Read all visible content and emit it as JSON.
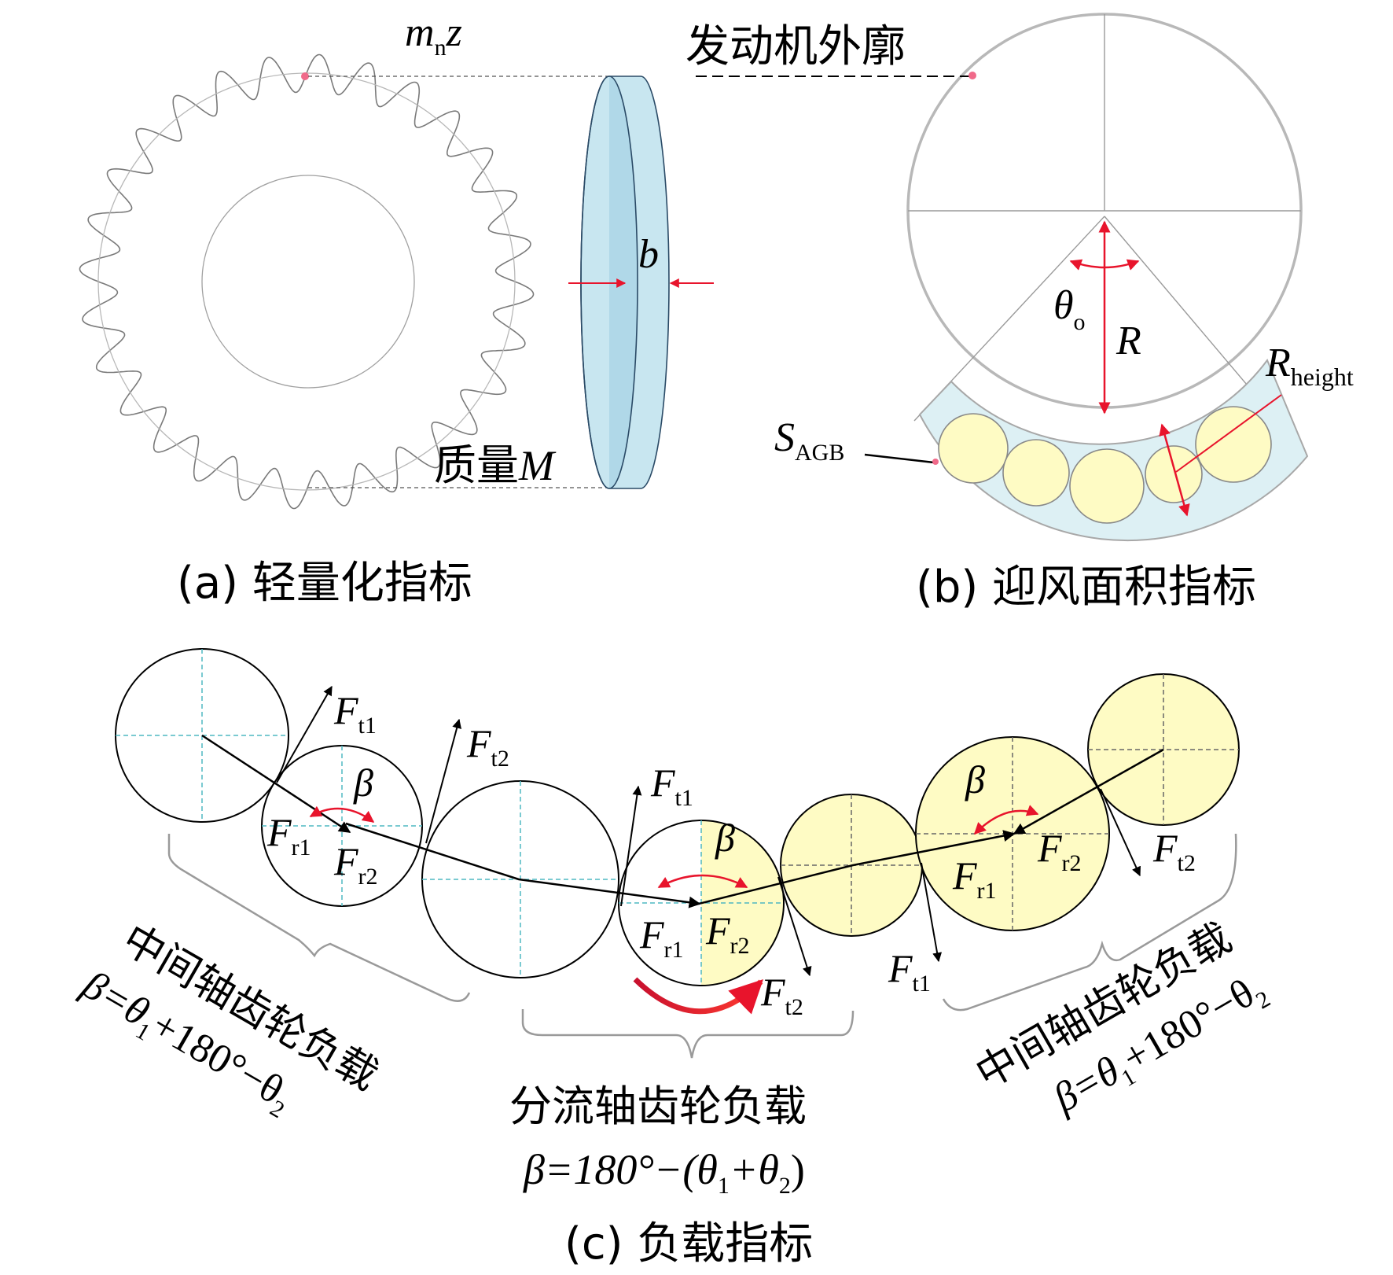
{
  "panel_a": {
    "caption": "(a) 轻量化指标",
    "mnz_m": "m",
    "mnz_sub": "n",
    "mnz_z": "z",
    "b_label": "b",
    "mass_text": "质量",
    "mass_sym": "M"
  },
  "panel_b": {
    "caption": "(b) 迎风面积指标",
    "engine_outline": "发动机外廓",
    "theta": "θ",
    "theta_sub": "o",
    "R": "R",
    "R_height": "R",
    "R_height_sub": "height",
    "S": "S",
    "S_sub": "AGB"
  },
  "panel_c": {
    "caption": "(c) 负载指标",
    "F": "F",
    "beta": "β",
    "t1": "t1",
    "t2": "t2",
    "r1": "r1",
    "r2": "r2",
    "left_title": "中间轴齿轮负载",
    "left_eq": "β=θ",
    "left_eq_tail": "+180°−θ",
    "center_title": "分流轴齿轮负载",
    "center_eq_a": "β=180°−(θ",
    "center_eq_b": "+θ",
    "center_eq_c": ")",
    "right_title": "中间轴齿轮负载",
    "right_eq": "β=θ",
    "right_eq_tail": "+180°−θ",
    "sub1": "1",
    "sub2": "2"
  },
  "colors": {
    "arrow_red": "#e8142c",
    "gear_yellow": "#fefbc4",
    "disk_blue": "#c8e6f0",
    "teal_dash": "#4fb8c2",
    "gray_line": "#9a9a9a"
  }
}
